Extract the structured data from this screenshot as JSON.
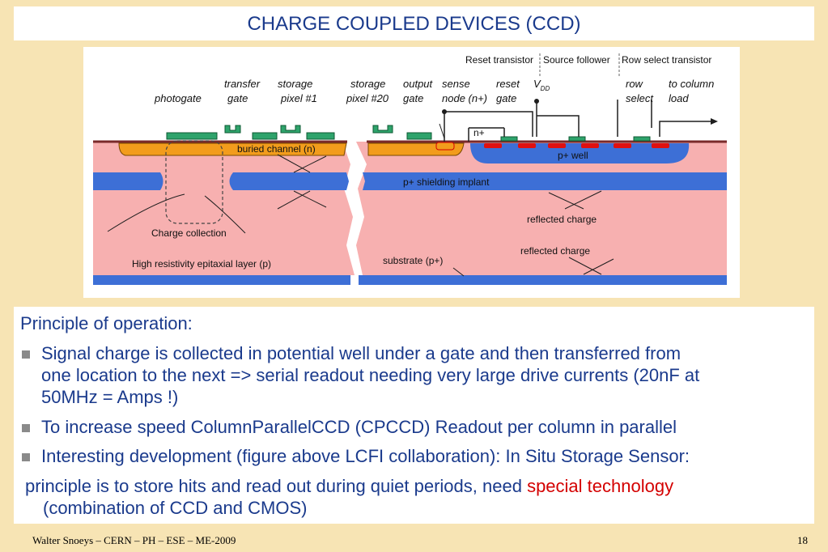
{
  "slide": {
    "title": "CHARGE COUPLED DEVICES (CCD)",
    "footer_left": "Walter Snoeys – CERN – PH – ESE – ME-2009",
    "page_number": "18"
  },
  "diagram": {
    "header_reset": "Reset transistor",
    "header_source": "Source follower",
    "header_row": "Row select transistor",
    "photogate": "photogate",
    "transfer_1": "transfer",
    "transfer_2": "gate",
    "storage1_1": "storage",
    "storage1_2": "pixel #1",
    "storage20_1": "storage",
    "storage20_2": "pixel #20",
    "output_1": "output",
    "output_2": "gate",
    "sense_1": "sense",
    "sense_2": "node (n+)",
    "reset_1": "reset",
    "reset_2": "gate",
    "vdd": "V",
    "vdd_sub": "DD",
    "rowsel_1": "row",
    "rowsel_2": "select",
    "col_1": "to column",
    "col_2": "load",
    "nplus": "n+",
    "buried_channel": "buried channel (n)",
    "pwell": "p+ well",
    "shielding": "p+ shielding implant",
    "reflected_1": "reflected charge",
    "reflected_2": "reflected charge",
    "charge_collection": "Charge collection",
    "epi_layer": "High resistivity epitaxial layer (p)",
    "substrate": "substrate (p+)"
  },
  "content": {
    "heading": "Principle of operation:",
    "b1_l1": "Signal charge is collected in potential well under a gate and then transferred from",
    "b1_l2": "one location to the next => serial readout needing very large drive currents (20nF at",
    "b1_l3": "50MHz = Amps !)",
    "b2": "To increase speed ColumnParallelCCD (CPCCD) Readout per column in parallel",
    "b3": "Interesting development (figure above LCFI collaboration): In Situ Storage Sensor:",
    "p_l1a": "principle is to store hits and read out during quiet periods, need ",
    "p_l1b": "special technology",
    "p_l2": "(combination of CCD and CMOS)"
  },
  "colors": {
    "background": "#f7e4b4",
    "title_text": "#1a3a8c",
    "highlight": "#d40000",
    "epi_pink": "#f7b0b0",
    "shield_blue": "#3d6fd6",
    "buried_orange": "#f29c1c",
    "gate_green": "#2ea36b"
  }
}
